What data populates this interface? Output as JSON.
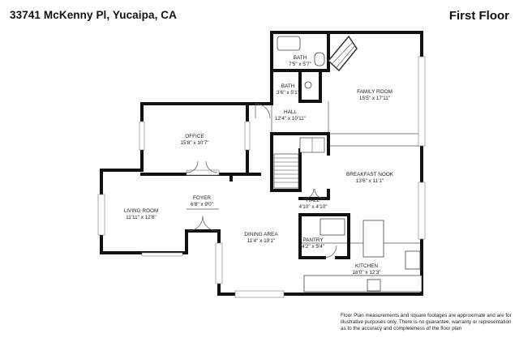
{
  "header": {
    "address": "33741 McKenny Pl, Yucaipa, CA",
    "floor": "First Floor"
  },
  "rooms": {
    "bath1": {
      "name": "BATH",
      "dim": "7'5\" x 5'7\""
    },
    "bath2": {
      "name": "BATH",
      "dim": "3'6\" x 5'1\""
    },
    "family_room": {
      "name": "FAMILY ROOM",
      "dim": "15'5\" x 17'11\""
    },
    "hall1": {
      "name": "HALL",
      "dim": "12'4\" x 10'11\""
    },
    "office": {
      "name": "OFFICE",
      "dim": "15'8\" x 10'7\""
    },
    "breakfast_nook": {
      "name": "BREAKFAST NOOK",
      "dim": "13'6\" x 11'1\""
    },
    "foyer": {
      "name": "FOYER",
      "dim": "6'8\" x 9'0\""
    },
    "living_room": {
      "name": "LIVING ROOM",
      "dim": "11'11\" x 12'8\""
    },
    "hall2": {
      "name": "HALL",
      "dim": "4'10\" x 4'10\""
    },
    "dining_area": {
      "name": "DINING AREA",
      "dim": "11'4\" x 19'1\""
    },
    "pantry": {
      "name": "PANTRY",
      "dim": "4'2\" x 5'4\""
    },
    "kitchen": {
      "name": "KITCHEN",
      "dim": "18'0\" x 12'3\""
    }
  },
  "disclaimer": "Floor Plan measurements and square footages are approximate and are for illustrative purposes only. There is no guarantee, warranty or representation as to the accuracy and completeness of the floor plan",
  "colors": {
    "wall": "#111111",
    "background": "#ffffff"
  }
}
